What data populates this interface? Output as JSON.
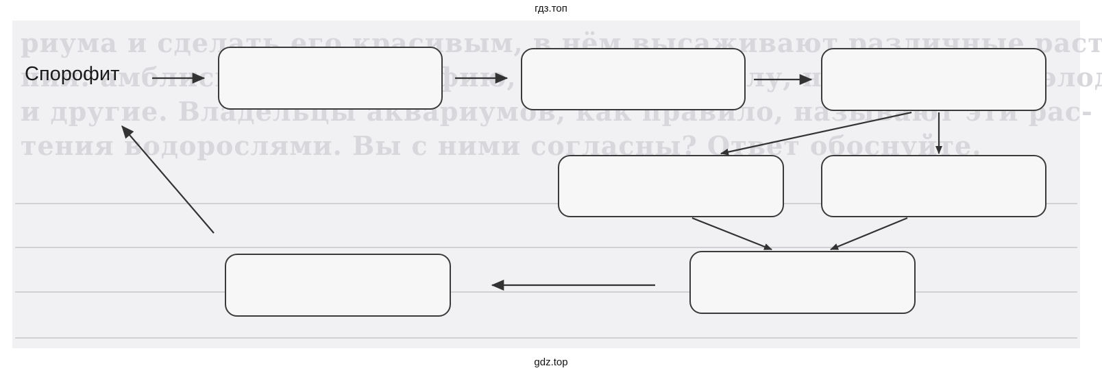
{
  "watermark_top": "гдз.топ",
  "watermark_bottom": "gdz.top",
  "background_text": [
    "риума и сделать его красивым, в нём высаживают различные расте",
    "ния: амблиспермию, вольфию, ряску, хлореллу, нителлу, хару, элодею",
    "и другие. Владельцы аквариумов, как правило, называют эти рас-",
    "тения водорослями. Вы с ними согласны? Ответ обоснуйте."
  ],
  "diagram": {
    "start_label": "Спорофит",
    "blank_boxes": 7
  },
  "colors": {
    "stroke": "#3a3a3a",
    "paper": "#f1f1f3",
    "ghost_text": "#d7d7dc"
  }
}
